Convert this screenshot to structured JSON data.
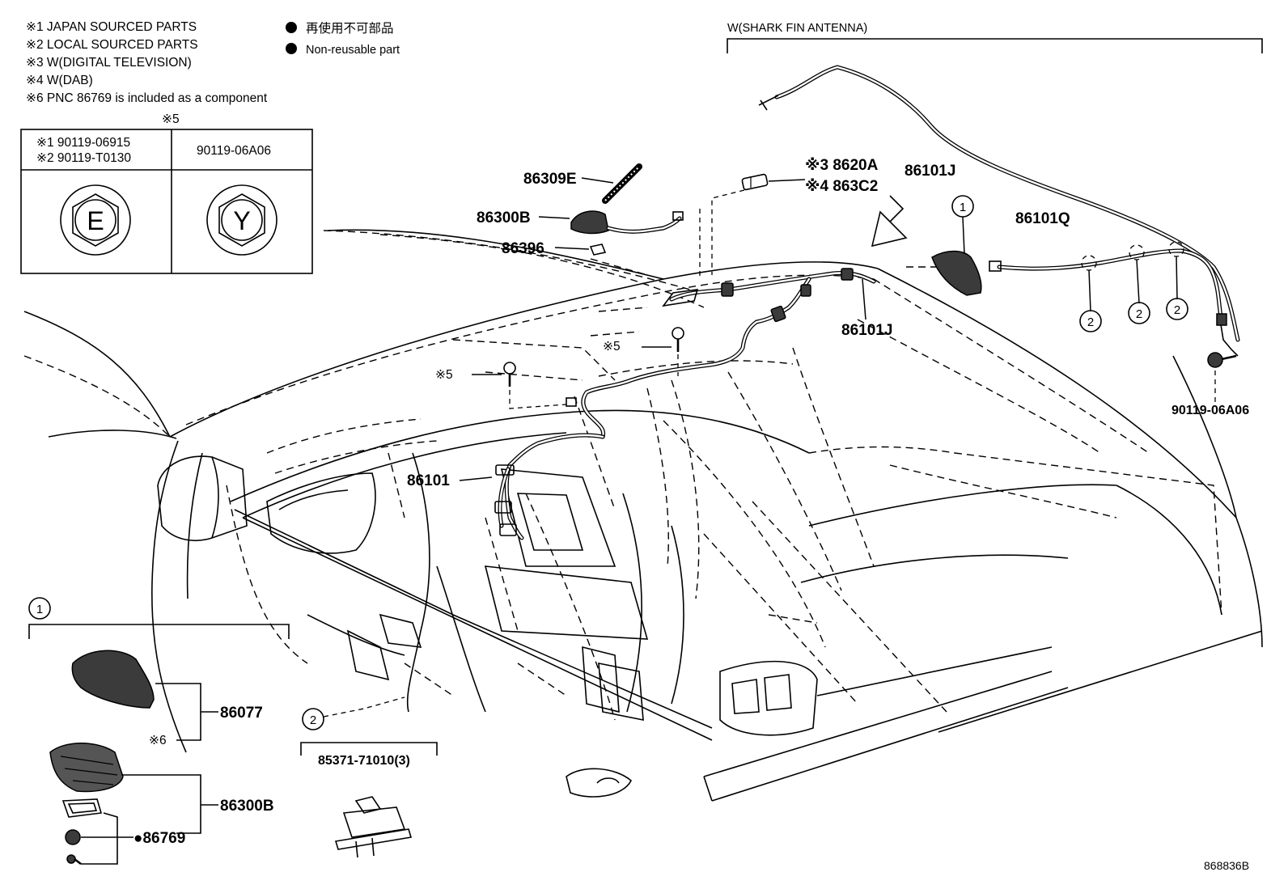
{
  "notes": [
    "※1 JAPAN SOURCED PARTS",
    "※2 LOCAL SOURCED PARTS",
    "※3 W(DIGITAL TELEVISION)",
    "※4 W(DAB)",
    "※6 PNC 86769 is included as a component"
  ],
  "legend": {
    "jp": "再使用不可部品",
    "en": "Non-reusable part"
  },
  "table": {
    "ref": "※5",
    "col1_line1": "※1 90119-06915",
    "col1_line2": "※2 90119-T0130",
    "col2": "90119-06A06",
    "bolt1_letter": "E",
    "bolt2_letter": "Y"
  },
  "shark_fin_title": "W(SHARK FIN ANTENNA)",
  "parts": {
    "p86309E": "86309E",
    "p86300B_top": "86300B",
    "p86396": "86396",
    "p8620A": "※3 8620A",
    "p863C2": "※4 863C2",
    "p86101J_top": "86101J",
    "p86101J_mid": "86101J",
    "p86101Q": "86101Q",
    "p86101": "86101",
    "p90119_06A06": "90119-06A06",
    "ref5_a": "※5",
    "ref5_b": "※5",
    "p86077": "86077",
    "ref6": "※6",
    "p86300B_inset": "86300B",
    "p86769": "●86769",
    "p85371": "85371-71010(3)",
    "callout1": "1",
    "callout2": "2",
    "callout2_a": "2",
    "callout2_b": "2",
    "callout2_c": "2",
    "callout1_inset": "1",
    "callout2_clip": "2"
  },
  "diagram_id": "868836B"
}
